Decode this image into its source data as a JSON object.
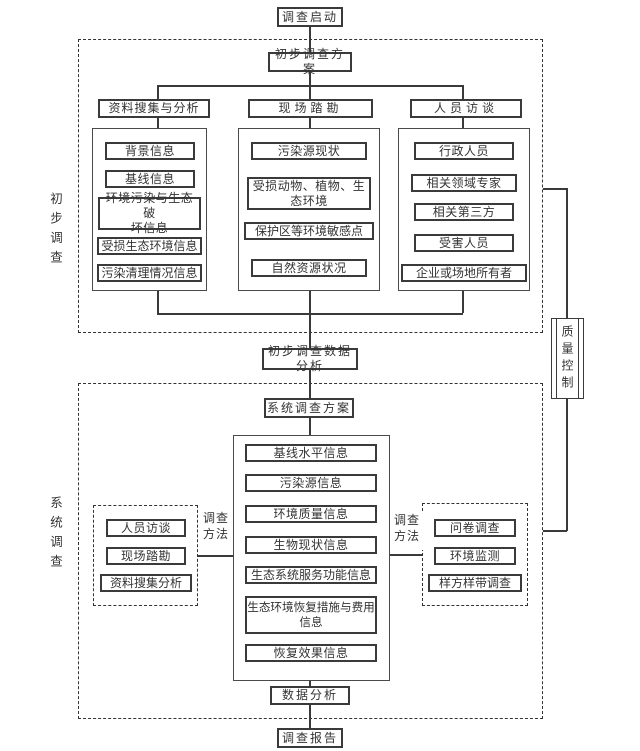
{
  "flow": {
    "start": "调查启动",
    "preliminary_plan": "初步调查方案",
    "preliminary_analysis": "初步调查数据分析",
    "system_plan": "系统调查方案",
    "data_analysis": "数据分析",
    "report": "调查报告"
  },
  "stage1": {
    "side_label": "初步调查",
    "columns": [
      {
        "header": "资料搜集与分析",
        "items": [
          "背景信息",
          "基线信息",
          "环境污染与生态破\n坏信息",
          "受损生态环境信息",
          "污染清理情况信息"
        ]
      },
      {
        "header": "现场踏勘",
        "items": [
          "污染源现状",
          "受损动物、植物、生\n态环境",
          "保护区等环境敏感点",
          "自然资源状况"
        ]
      },
      {
        "header": "人员访谈",
        "items": [
          "行政人员",
          "相关领域专家",
          "相关第三方",
          "受害人员",
          "企业或场地所有者"
        ]
      }
    ]
  },
  "stage2": {
    "side_label": "系统调查",
    "center_items": [
      "基线水平信息",
      "污染源信息",
      "环境质量信息",
      "生物现状信息",
      "生态系统服务功能信息",
      "生态环境恢复措施与费用\n信息",
      "恢复效果信息"
    ],
    "left_methods": {
      "label": "调查\n方法",
      "items": [
        "人员访谈",
        "现场踏勘",
        "资料搜集分析"
      ]
    },
    "right_methods": {
      "label": "调查\n方法",
      "items": [
        "问卷调查",
        "环境监测",
        "样方样带调查"
      ]
    }
  },
  "quality_control": "质量控制",
  "colors": {
    "line": "#3a3a3a",
    "text": "#333333",
    "background": "#ffffff"
  }
}
